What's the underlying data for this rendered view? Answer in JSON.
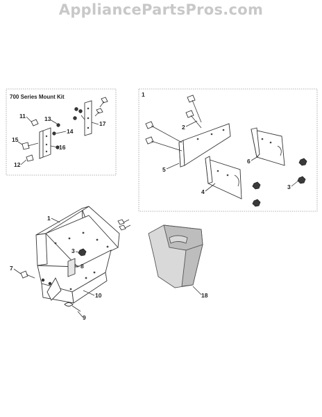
{
  "watermark": "AppliancePartsPros.com",
  "mount_kit": {
    "title": "700 Series Mount Kit",
    "callouts": [
      "11",
      "13",
      "14",
      "15",
      "16",
      "12",
      "17"
    ]
  },
  "inset_box": {
    "label": "1",
    "callouts": [
      "2",
      "5",
      "4",
      "6",
      "3"
    ]
  },
  "main_assembly": {
    "callouts": [
      "1",
      "3",
      "7",
      "8",
      "10",
      "9",
      "18"
    ]
  }
}
